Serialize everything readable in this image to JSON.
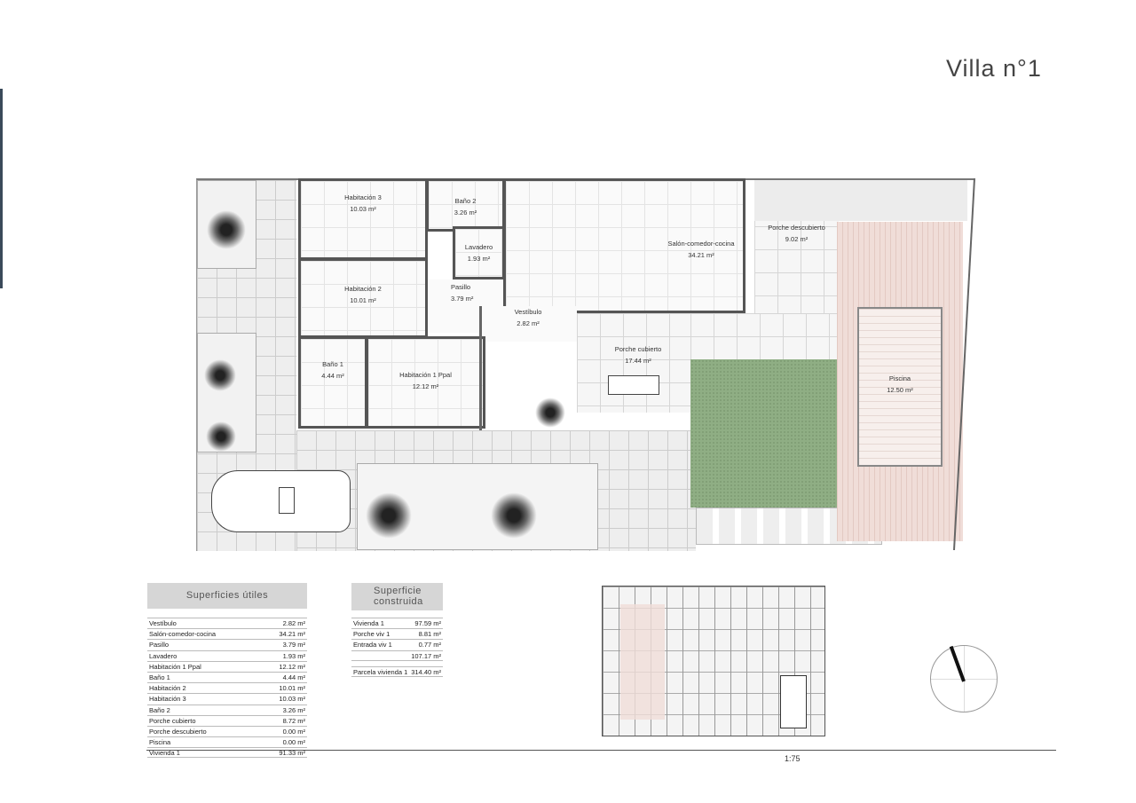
{
  "title": "Villa n°1",
  "scale": "1:75",
  "rooms": [
    {
      "name": "Habitación 3",
      "area": "10.03 m²"
    },
    {
      "name": "Baño 2",
      "area": "3.26 m²"
    },
    {
      "name": "Lavadero",
      "area": "1.93 m²"
    },
    {
      "name": "Salón-comedor-cocina",
      "area": "34.21 m²"
    },
    {
      "name": "Pasillo",
      "area": "3.79 m²"
    },
    {
      "name": "Habitación 2",
      "area": "10.01 m²"
    },
    {
      "name": "Vestíbulo",
      "area": "2.82 m²"
    },
    {
      "name": "Baño 1",
      "area": "4.44 m²"
    },
    {
      "name": "Habitación 1 Ppal",
      "area": "12.12 m²"
    },
    {
      "name": "Porche cubierto",
      "area": "17.44 m²"
    },
    {
      "name": "Porche descubierto",
      "area": "9.02 m²"
    },
    {
      "name": "Piscina",
      "area": "12.50 m²"
    }
  ],
  "useful": {
    "header": "Superficies útiles",
    "rows": [
      {
        "label": "Vestíbulo",
        "value": "2.82 m²"
      },
      {
        "label": "Salón-comedor-cocina",
        "value": "34.21 m²"
      },
      {
        "label": "Pasillo",
        "value": "3.79 m²"
      },
      {
        "label": "Lavadero",
        "value": "1.93 m²"
      },
      {
        "label": "Habitación 1 Ppal",
        "value": "12.12 m²"
      },
      {
        "label": "Baño 1",
        "value": "4.44 m²"
      },
      {
        "label": "Habitación 2",
        "value": "10.01 m²"
      },
      {
        "label": "Habitación 3",
        "value": "10.03 m²"
      },
      {
        "label": "Baño 2",
        "value": "3.26 m²"
      },
      {
        "label": "Porche cubierto",
        "value": "8.72 m²"
      },
      {
        "label": "Porche descubierto",
        "value": "0.00 m²"
      },
      {
        "label": "Piscina",
        "value": "0.00 m²"
      },
      {
        "label": "Vivienda 1",
        "value": "91.33 m²"
      }
    ]
  },
  "built": {
    "header": "Superficie construida",
    "rows": [
      {
        "label": "Vivienda 1",
        "value": "97.59 m²"
      },
      {
        "label": "Porche viv 1",
        "value": "8.81 m²"
      },
      {
        "label": "Entrada viv 1",
        "value": "0.77 m²"
      },
      {
        "label": "",
        "value": "107.17 m²"
      }
    ],
    "parcel": {
      "label": "Parcela vivienda 1",
      "value": "314.40 m²"
    }
  }
}
